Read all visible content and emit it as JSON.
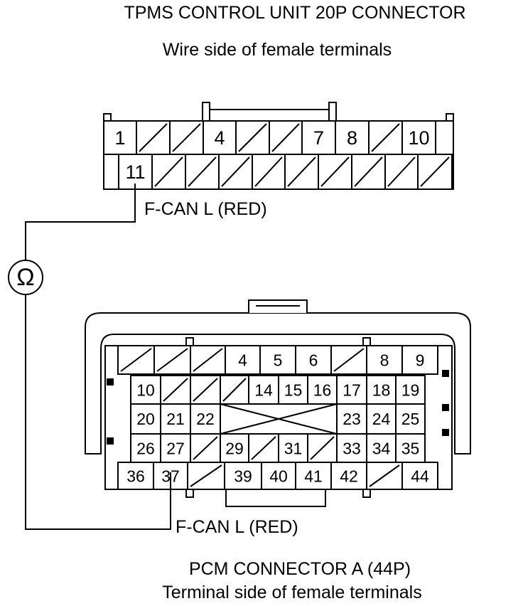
{
  "top_connector": {
    "title": "TPMS CONTROL UNIT 20P CONNECTOR",
    "subtitle": "Wire side of female terminals",
    "row1": [
      "1",
      "",
      "",
      "4",
      "",
      "",
      "7",
      "8",
      "",
      "10"
    ],
    "row2": [
      "11",
      "",
      "",
      "",
      "",
      "",
      "",
      "",
      "",
      ""
    ],
    "wire_label": "F-CAN L (RED)"
  },
  "meter": {
    "symbol": "Ω",
    "icon": "ohmmeter-icon"
  },
  "bottom_connector": {
    "title": "PCM CONNECTOR A (44P)",
    "subtitle": "Terminal side of female terminals",
    "row1": [
      "",
      "",
      "",
      "4",
      "5",
      "6",
      "",
      "8",
      "9"
    ],
    "row2": [
      "10",
      "",
      "",
      "",
      "14",
      "15",
      "16",
      "17",
      "18",
      "19"
    ],
    "row3": [
      "20",
      "21",
      "22",
      "",
      "23",
      "24",
      "25"
    ],
    "row4": [
      "26",
      "27",
      "",
      "29",
      "",
      "31",
      "",
      "33",
      "34",
      "35"
    ],
    "row5": [
      "36",
      "37",
      "",
      "39",
      "40",
      "41",
      "42",
      "",
      "44"
    ],
    "wire_label": "F-CAN L (RED)"
  }
}
